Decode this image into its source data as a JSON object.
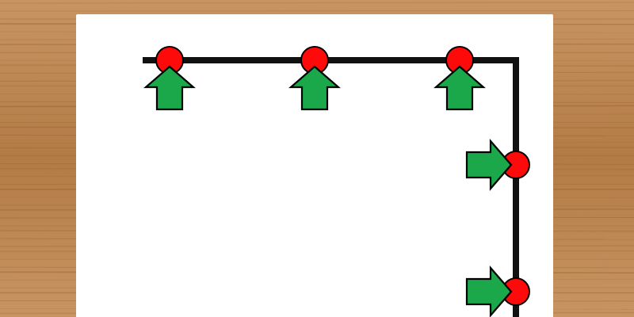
{
  "colors": {
    "wood_base": "#b27b46",
    "wood_light": "#c89562",
    "wood_dark": "#8f5a2b",
    "paper": "#ffffff",
    "track": "#111111",
    "marker_fill": "#ff0a0a",
    "arrow_fill": "#1aa84a",
    "outline": "#000000"
  },
  "track": {
    "shape": "top-edge-then-right-edge",
    "corner": "top-right"
  },
  "markers": [
    {
      "edge": "top",
      "arrow_direction": "up"
    },
    {
      "edge": "top",
      "arrow_direction": "up"
    },
    {
      "edge": "top",
      "arrow_direction": "up"
    },
    {
      "edge": "right",
      "arrow_direction": "right"
    },
    {
      "edge": "right",
      "arrow_direction": "right"
    }
  ],
  "icons": {
    "marker": "red-circle-chevron-icon",
    "arrow": "green-block-arrow-icon"
  }
}
